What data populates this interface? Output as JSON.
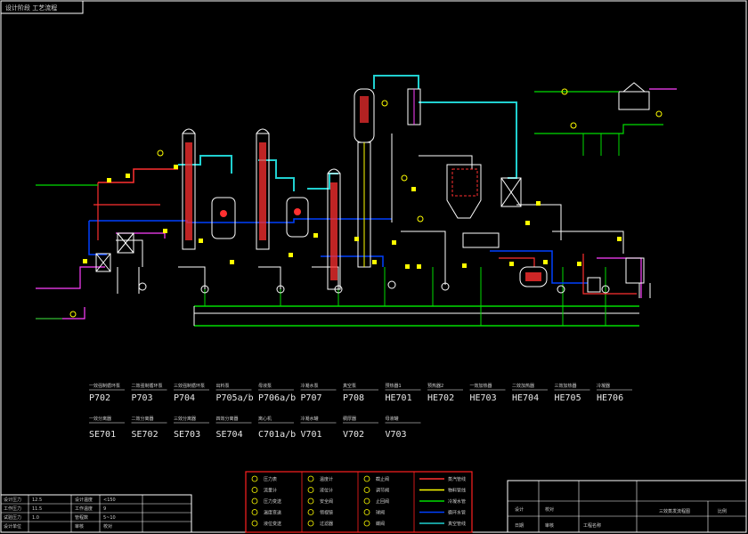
{
  "header": {
    "title": "设计阶段 工艺流程"
  },
  "equipment_row1": [
    {
      "name": "一效强制循环泵",
      "tag": "P702"
    },
    {
      "name": "二效强制循环泵",
      "tag": "P703"
    },
    {
      "name": "三效强制循环泵",
      "tag": "P704"
    },
    {
      "name": "出料泵",
      "tag": "P705a/b"
    },
    {
      "name": "母液泵",
      "tag": "P706a/b"
    },
    {
      "name": "冷凝水泵",
      "tag": "P707"
    },
    {
      "name": "真空泵",
      "tag": "P708"
    },
    {
      "name": "预热器1",
      "tag": "HE701"
    },
    {
      "name": "预热器2",
      "tag": "HE702"
    },
    {
      "name": "一效加热器",
      "tag": "HE703"
    },
    {
      "name": "二效加热器",
      "tag": "HE704"
    },
    {
      "name": "三效加热器",
      "tag": "HE705"
    },
    {
      "name": "冷凝器",
      "tag": "HE706"
    }
  ],
  "equipment_row2": [
    {
      "name": "一效分离器",
      "tag": "SE701"
    },
    {
      "name": "二效分离器",
      "tag": "SE702"
    },
    {
      "name": "三效分离器",
      "tag": "SE703"
    },
    {
      "name": "四效分离器",
      "tag": "SE704"
    },
    {
      "name": "离心机",
      "tag": "C701a/b"
    },
    {
      "name": "冷凝水罐",
      "tag": "V701"
    },
    {
      "name": "稠厚器",
      "tag": "V702"
    },
    {
      "name": "母液罐",
      "tag": "V703"
    }
  ],
  "data_table": {
    "rows": [
      [
        "设计压力",
        "12.5",
        "设计温度",
        "<150"
      ],
      [
        "工作压力",
        "11.5",
        "工作温度",
        "9"
      ],
      [
        "试验压力",
        "1.0",
        "管程数",
        "5~10"
      ],
      [
        "设计单位",
        "",
        "审核",
        "校对"
      ]
    ]
  },
  "legend": {
    "rows": [
      [
        "压力表",
        "温度计",
        "截止阀",
        "蒸汽管线"
      ],
      [
        "流量计",
        "液位计",
        "调节阀",
        "物料管线"
      ],
      [
        "压力变送",
        "安全阀",
        "止回阀",
        "冷凝水管"
      ],
      [
        "温度变送",
        "领视镜",
        "球阀",
        "循环水管"
      ],
      [
        "液位变送",
        "过滤器",
        "蝶阀",
        "真空管线"
      ]
    ]
  },
  "title_block": {
    "designed": "设计",
    "checked": "校对",
    "approved": "审核",
    "date": "日期",
    "drawing_name": "三效蒸发流程图",
    "scale": "比例",
    "project": "工程名称"
  },
  "colors": {
    "steam": "#ff3030",
    "material": "#ffff00",
    "condensate": "#00dd00",
    "cooling_water": "#0040ff",
    "vacuum": "#20d0d0",
    "other": "#ff40ff",
    "frame": "#ffffff",
    "legend_frame": "#ff2020"
  }
}
